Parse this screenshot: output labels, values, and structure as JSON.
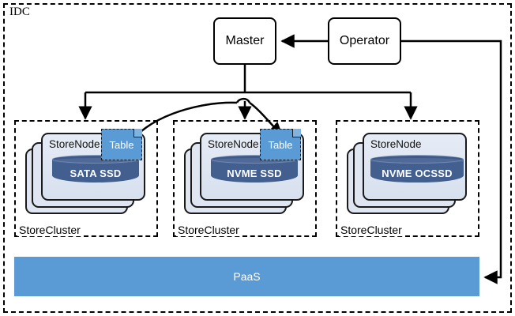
{
  "diagram": {
    "frame_label": "IDC",
    "colors": {
      "note_blue": "#5b9bd5",
      "paas_blue": "#5b9bd5",
      "cylinder_navy": "#435f8f",
      "card_fill": "#dfe6f1",
      "stroke": "#000000"
    }
  },
  "nodes": {
    "master": "Master",
    "operator": "Operator",
    "paas": "PaaS"
  },
  "clusters": [
    {
      "label": "StoreCluster",
      "node_title": "StoreNode",
      "storage": "SATA SSD",
      "table_label": "Table",
      "has_table": true
    },
    {
      "label": "StoreCluster",
      "node_title": "StoreNode",
      "storage": "NVME SSD",
      "table_label": "Table",
      "has_table": true
    },
    {
      "label": "StoreCluster",
      "node_title": "StoreNode",
      "storage": "NVME OCSSD",
      "table_label": "",
      "has_table": false
    }
  ],
  "edges": [
    {
      "name": "operator-to-master",
      "from": "Operator",
      "to": "Master"
    },
    {
      "name": "master-to-cluster-0",
      "from": "Master",
      "to": "StoreCluster 1"
    },
    {
      "name": "master-to-cluster-1",
      "from": "Master",
      "to": "StoreCluster 2"
    },
    {
      "name": "master-to-cluster-2",
      "from": "Master",
      "to": "StoreCluster 3"
    },
    {
      "name": "table-migration",
      "from": "Table (SATA SSD cluster)",
      "to": "Table (NVME SSD cluster)"
    },
    {
      "name": "operator-to-paas",
      "from": "Operator",
      "to": "PaaS"
    }
  ]
}
